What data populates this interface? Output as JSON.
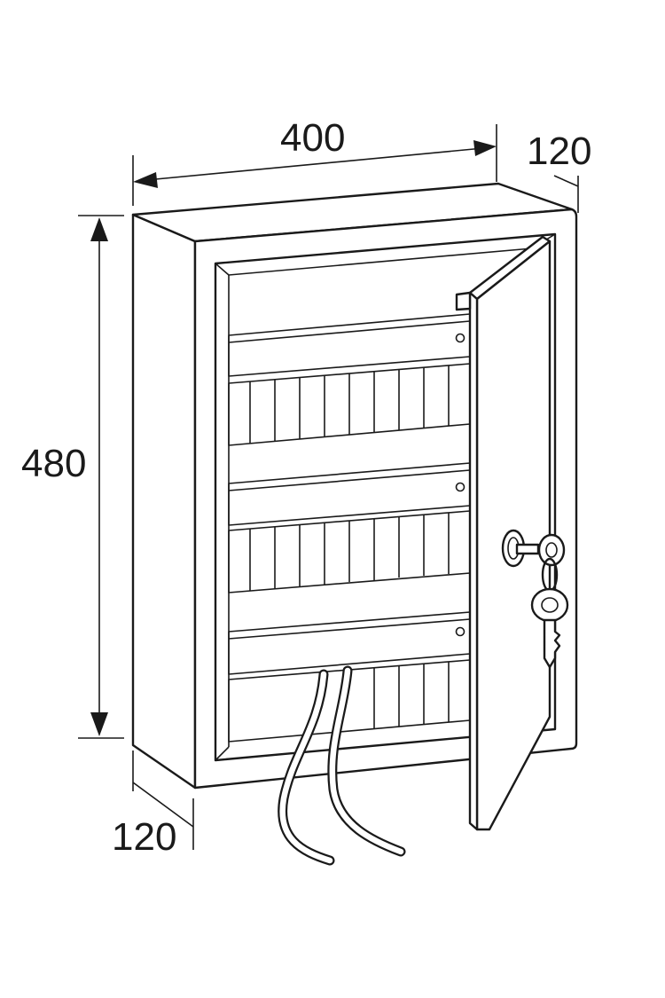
{
  "dimensions": {
    "width": "400",
    "depth_top": "120",
    "height": "480",
    "depth_bottom": "120"
  },
  "colors": {
    "stroke": "#1a1a1a",
    "background": "#ffffff"
  }
}
